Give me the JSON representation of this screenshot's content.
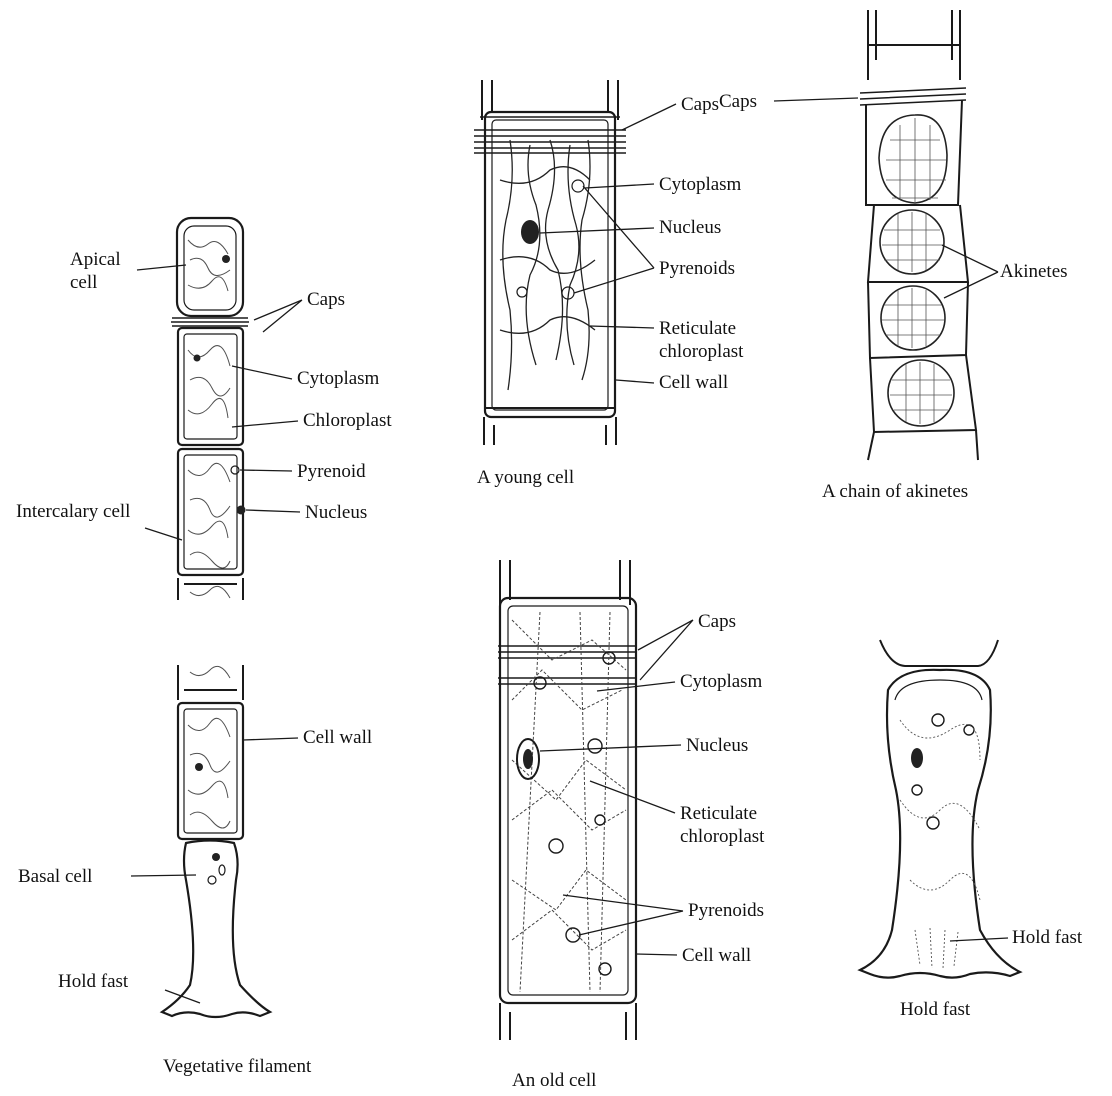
{
  "figure": {
    "vegetative_filament": {
      "caption": "Vegetative filament",
      "labels": {
        "apical_cell_1": "Apical",
        "apical_cell_2": "cell",
        "caps": "Caps",
        "cytoplasm": "Cytoplasm",
        "chloroplast": "Chloroplast",
        "pyrenoid": "Pyrenoid",
        "intercalary_cell": "Intercalary cell",
        "nucleus": "Nucleus",
        "cell_wall": "Cell wall",
        "basal_cell": "Basal cell",
        "hold_fast": "Hold fast"
      }
    },
    "young_cell": {
      "caption": "A young cell",
      "labels": {
        "caps": "Caps",
        "cytoplasm": "Cytoplasm",
        "nucleus": "Nucleus",
        "pyrenoids": "Pyrenoids",
        "reticulate_1": "Reticulate",
        "reticulate_2": "chloroplast",
        "cell_wall": "Cell wall"
      }
    },
    "akinetes_chain": {
      "caption": "A chain of akinetes",
      "labels": {
        "caps": "Caps",
        "akinetes": "Akinetes"
      }
    },
    "old_cell": {
      "caption": "An old cell",
      "labels": {
        "caps": "Caps",
        "cytoplasm": "Cytoplasm",
        "nucleus": "Nucleus",
        "reticulate_1": "Reticulate",
        "reticulate_2": "chloroplast",
        "pyrenoids": "Pyrenoids",
        "cell_wall": "Cell wall"
      }
    },
    "hold_fast_detail": {
      "caption": "Hold fast",
      "labels": {
        "hold_fast": "Hold fast"
      }
    }
  }
}
